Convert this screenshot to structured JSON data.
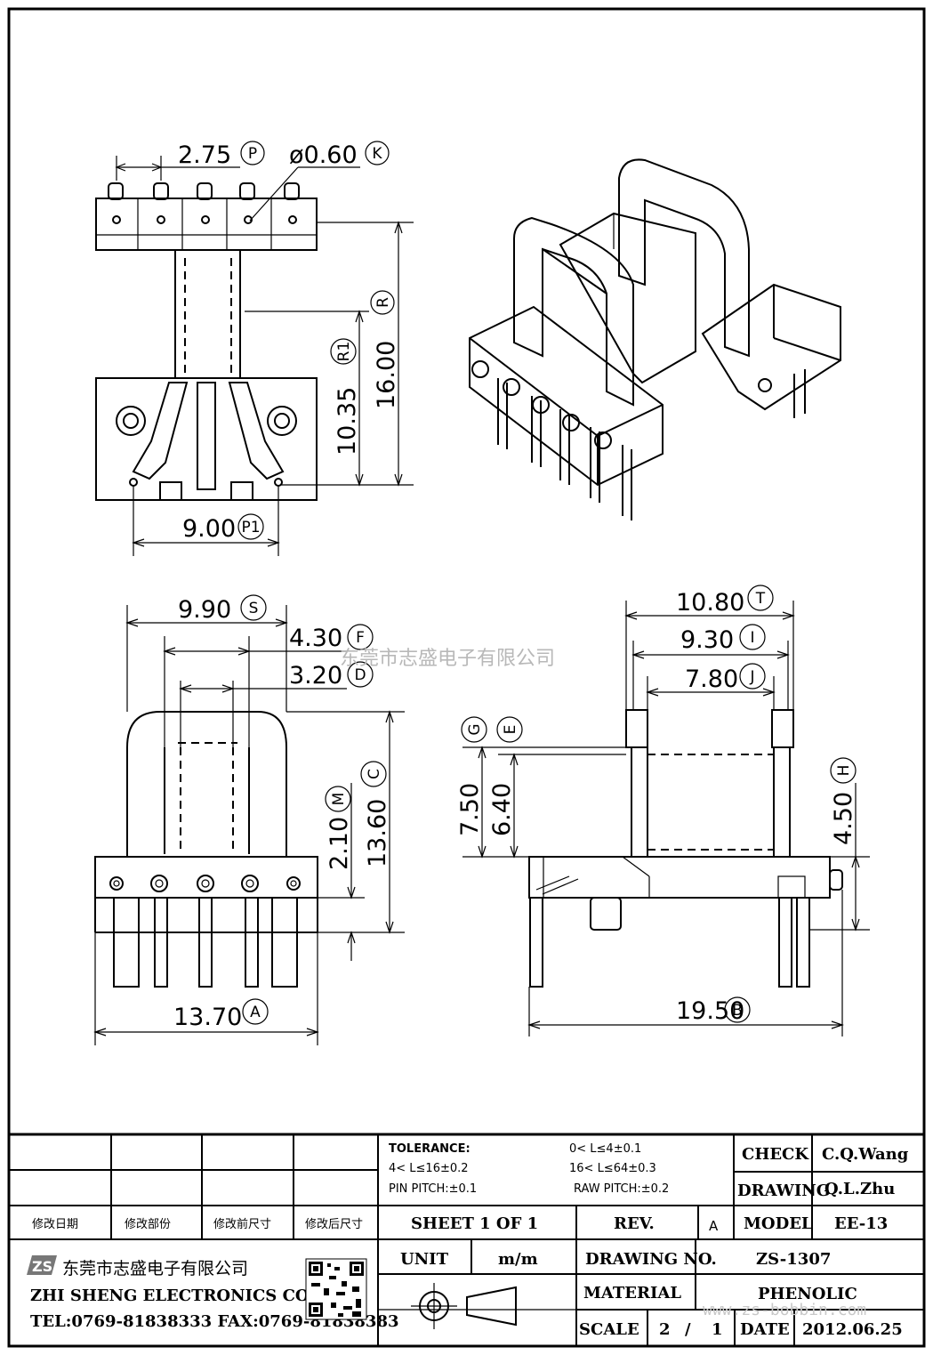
{
  "drawing": {
    "dims": {
      "pin_pitch": "2.75",
      "pin_pitch_tag": "P",
      "pin_dia": "ø0.60",
      "pin_dia_tag": "K",
      "height_total": "16.00",
      "height_total_tag": "R",
      "height_r1": "10.35",
      "height_r1_tag": "R1",
      "base_pitch": "9.00",
      "base_pitch_tag": "P1",
      "width_s": "9.90",
      "width_s_tag": "S",
      "width_f": "4.30",
      "width_f_tag": "F",
      "width_d": "3.20",
      "width_d_tag": "D",
      "height_c": "13.60",
      "height_c_tag": "C",
      "height_m": "2.10",
      "height_m_tag": "M",
      "width_a": "13.70",
      "width_a_tag": "A",
      "width_t": "10.80",
      "width_t_tag": "T",
      "width_i": "9.30",
      "width_i_tag": "I",
      "width_j": "7.80",
      "width_j_tag": "J",
      "height_g": "7.50",
      "height_g_tag": "G",
      "height_e": "6.40",
      "height_e_tag": "E",
      "height_h": "4.50",
      "height_h_tag": "H",
      "length_b": "19.50",
      "length_b_tag": "B"
    },
    "watermark_cn": "东莞市志盛电子有限公司",
    "watermark_url": "www.zs-bobbin.com"
  },
  "titleblock": {
    "tolerance_label": "TOLERANCE:",
    "tol_1": "0< L≤4±0.1",
    "tol_2": "4< L≤16±0.2",
    "tol_3": "16< L≤64±0.3",
    "pin_pitch": "PIN PITCH:±0.1",
    "raw_pitch": "RAW PITCH:±0.2",
    "check_label": "CHECK",
    "check_value": "C.Q.Wang",
    "drawing_label": "DRAWING",
    "drawing_value": "Q.L.Zhu",
    "rev_headers": [
      "修改日期",
      "修改部份",
      "修改前尺寸",
      "修改后尺寸"
    ],
    "sheet": "SHEET 1 OF 1",
    "rev_label": "REV.",
    "rev_value": "A",
    "model_label": "MODEL",
    "model_value": "EE-13",
    "unit_label": "UNIT",
    "unit_value": "m/m",
    "drawing_no_label": "DRAWING NO.",
    "drawing_no_value": "ZS-1307",
    "material_label": "MATERIAL",
    "material_value": "PHENOLIC",
    "scale_label": "SCALE",
    "scale_num": "2",
    "scale_sep": "/",
    "scale_den": "1",
    "date_label": "DATE",
    "date_value": "2012.06.25",
    "company_cn": "东莞市志盛电子有限公司",
    "company_en": "ZHI SHENG ELECTRONICS CO.,LTD",
    "contact": "TEL:0769-81838333 FAX:0769-81838383",
    "logo_text": "ZS"
  }
}
